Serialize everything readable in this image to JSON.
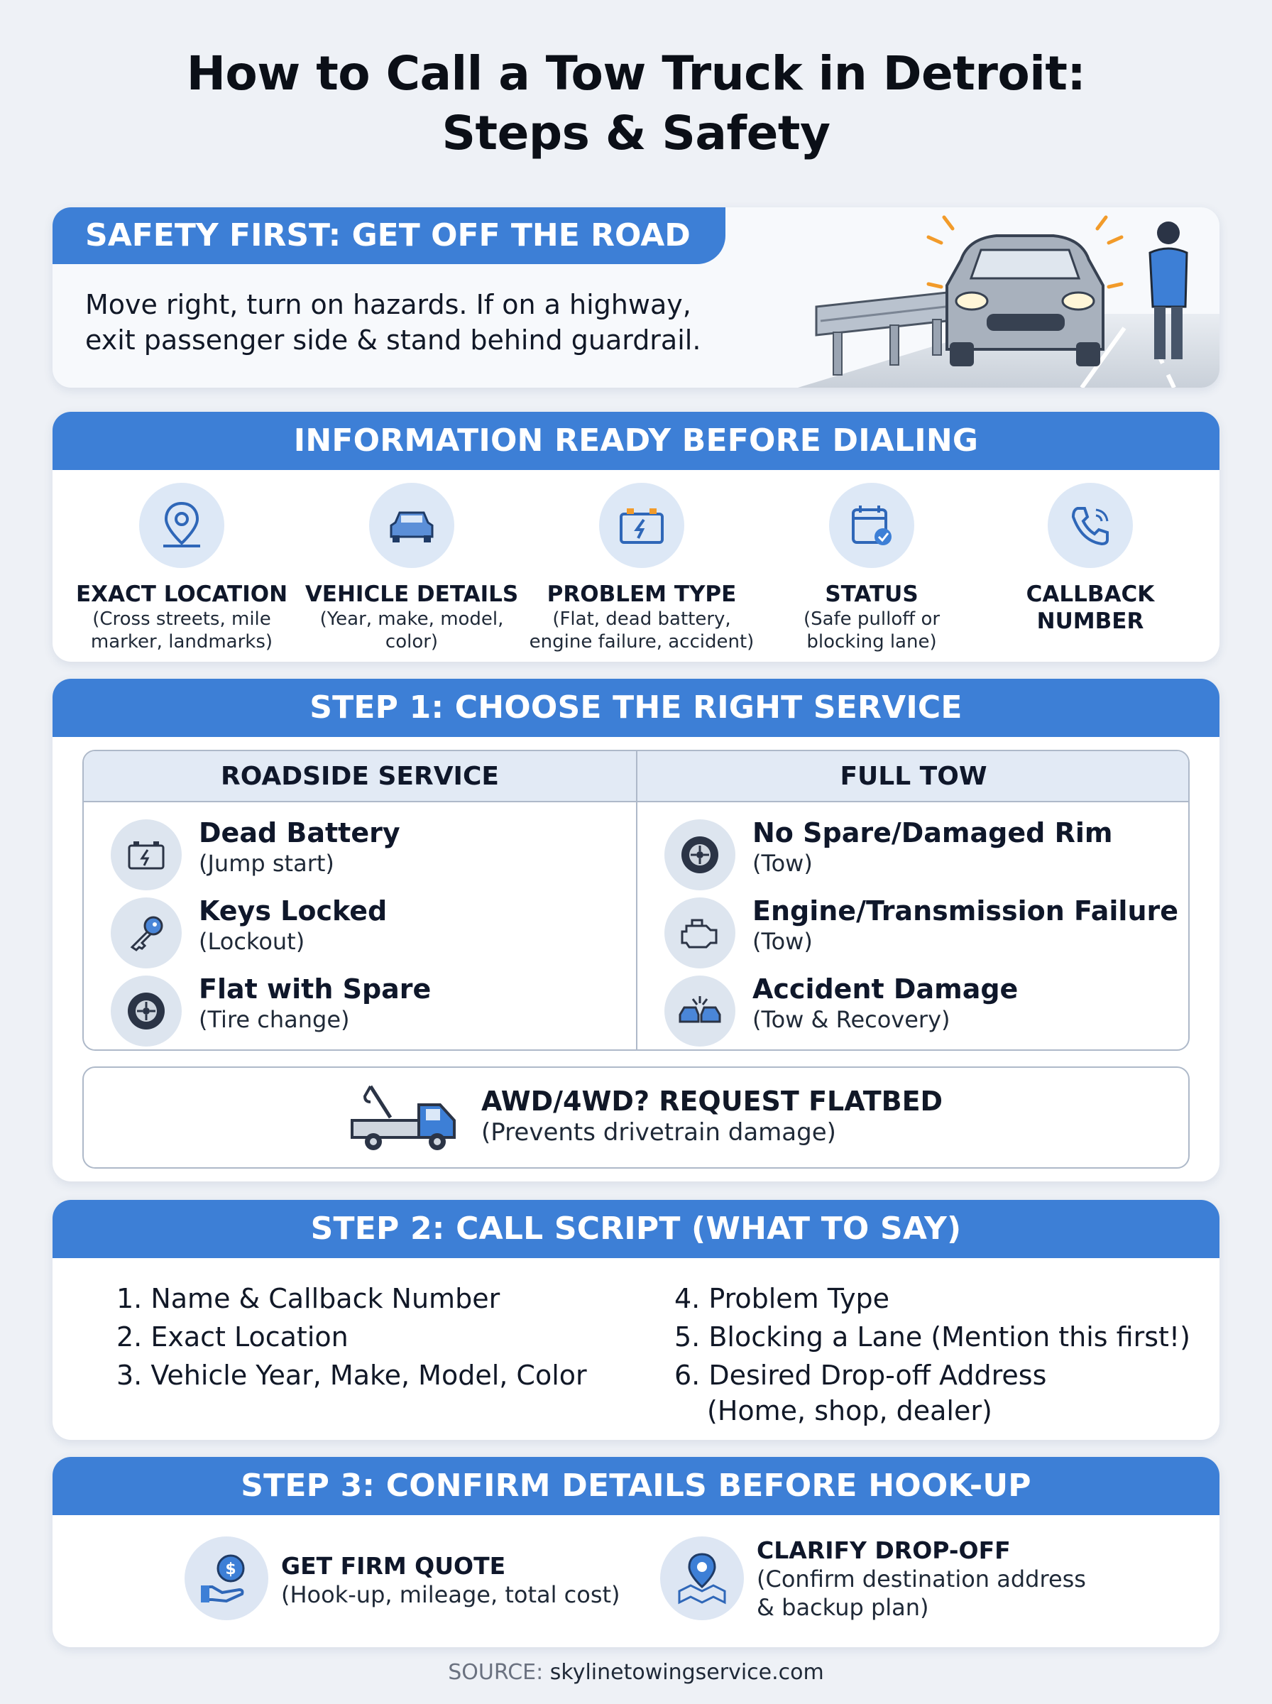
{
  "title": {
    "line1": "How to Call a Tow Truck in Detroit:",
    "line2": "Steps & Safety"
  },
  "safety": {
    "heading": "SAFETY FIRST: GET OFF THE ROAD",
    "line1": "Move right, turn on hazards. If on a highway,",
    "line2": "exit passenger side & stand behind guardrail."
  },
  "info": {
    "heading": "INFORMATION READY BEFORE DIALING",
    "items": [
      {
        "label": "EXACT LOCATION",
        "desc1": "(Cross streets, mile",
        "desc2": "marker, landmarks)",
        "icon": "location-pin-icon"
      },
      {
        "label": "VEHICLE DETAILS",
        "desc1": "(Year, make, model,",
        "desc2": "color)",
        "icon": "car-icon"
      },
      {
        "label": "PROBLEM TYPE",
        "desc1": "(Flat, dead battery,",
        "desc2": "engine failure, accident)",
        "icon": "battery-icon"
      },
      {
        "label": "STATUS",
        "desc1": "(Safe pulloff or",
        "desc2": "blocking lane)",
        "icon": "calendar-check-icon"
      },
      {
        "label1": "CALLBACK",
        "label2": "NUMBER",
        "icon": "phone-icon"
      }
    ]
  },
  "step1": {
    "heading": "STEP 1: CHOOSE THE RIGHT SERVICE",
    "roadside": {
      "header": "ROADSIDE SERVICE",
      "items": [
        {
          "name": "Dead Battery",
          "sub": "(Jump start)",
          "icon": "battery-icon"
        },
        {
          "name": "Keys Locked",
          "sub": "(Lockout)",
          "icon": "key-icon"
        },
        {
          "name": "Flat with Spare",
          "sub": "(Tire change)",
          "icon": "tire-icon"
        }
      ]
    },
    "fulltow": {
      "header": "FULL TOW",
      "items": [
        {
          "name": "No Spare/Damaged Rim",
          "sub": "(Tow)",
          "icon": "tire-icon"
        },
        {
          "name": "Engine/Transmission Failure",
          "sub": "(Tow)",
          "icon": "engine-icon"
        },
        {
          "name": "Accident Damage",
          "sub": "(Tow & Recovery)",
          "icon": "crash-icon"
        }
      ]
    },
    "flatbed": {
      "title": "AWD/4WD? REQUEST FLATBED",
      "sub": "(Prevents drivetrain damage)",
      "icon": "tow-truck-icon"
    }
  },
  "step2": {
    "heading": "STEP 2: CALL SCRIPT (WHAT TO SAY)",
    "left": [
      "1. Name & Callback Number",
      "2. Exact Location",
      "3. Vehicle Year, Make, Model, Color"
    ],
    "right": [
      "4. Problem Type",
      "5. Blocking a Lane (Mention this first!)",
      "6. Desired Drop-off Address"
    ],
    "right_note": "(Home, shop, dealer)"
  },
  "step3": {
    "heading": "STEP 3: CONFIRM DETAILS BEFORE HOOK-UP",
    "quote": {
      "title": "GET FIRM QUOTE",
      "sub": "(Hook-up, mileage, total cost)",
      "icon": "money-hand-icon"
    },
    "dropoff": {
      "title": "CLARIFY DROP-OFF",
      "sub1": "(Confirm destination address",
      "sub2": "& backup plan)",
      "icon": "map-pin-icon"
    }
  },
  "source": {
    "label": "SOURCE:",
    "site": "skylinetowingservice.com"
  },
  "colors": {
    "accent": "#3d7fd6",
    "icon_bg": "#dde8f6",
    "page_bg": "#eef1f6"
  }
}
